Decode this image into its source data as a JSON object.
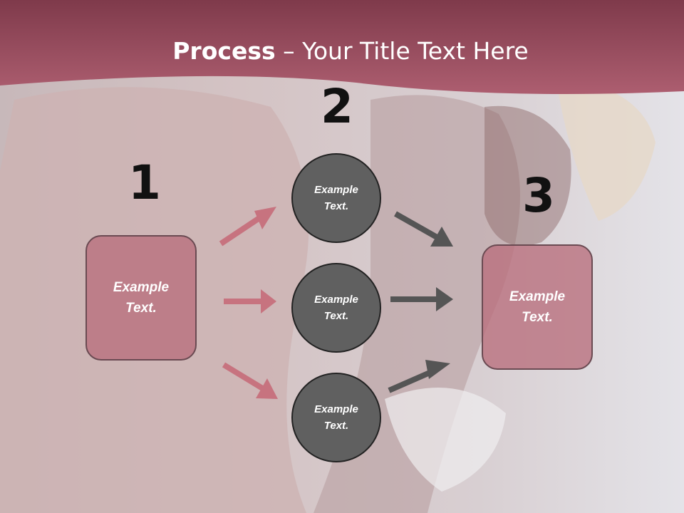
{
  "title": {
    "bold": "Process",
    "rest": " – Your Title Text Here"
  },
  "steps": {
    "one": "1",
    "two": "2",
    "three": "3"
  },
  "left_box": {
    "text": "Example Text."
  },
  "circles": [
    {
      "text": "Example Text."
    },
    {
      "text": "Example Text."
    },
    {
      "text": "Example Text."
    }
  ],
  "right_box": {
    "text": "Example Text."
  },
  "colors": {
    "banner": "#a5566a",
    "box_fill": "#b86e7c",
    "circle_fill": "#606060",
    "pink_arrow": "#c7737f",
    "gray_arrow": "#555555"
  }
}
